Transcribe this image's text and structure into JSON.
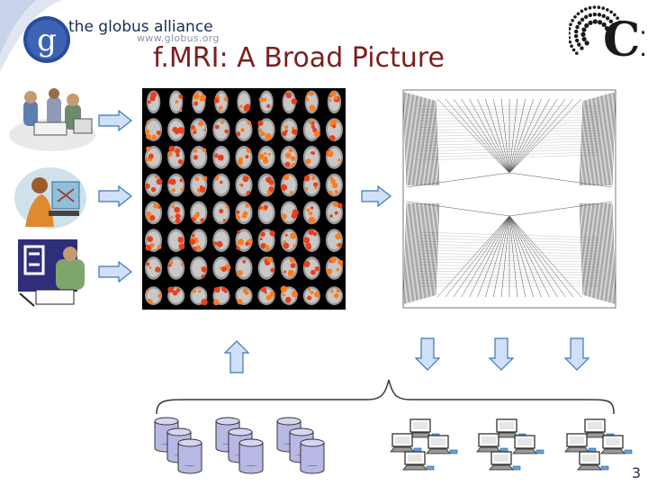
{
  "slide": {
    "title": "f.MRI: A Broad Picture",
    "page_number": "3"
  },
  "logos": {
    "globus_name": "the globus alliance",
    "globus_url": "www.globus.org",
    "globus_letter": "g",
    "ci_letters": "Ci"
  },
  "colors": {
    "title": "#7a1f1f",
    "globus_blue": "#2a4c9c",
    "arrow_fill": "#cfe0f8",
    "arrow_stroke": "#3a78b8",
    "cylinder_fill": "#b7b9e4",
    "brain_bg": "#000000"
  },
  "brain_grid": {
    "rows": 8,
    "cols": 9
  }
}
